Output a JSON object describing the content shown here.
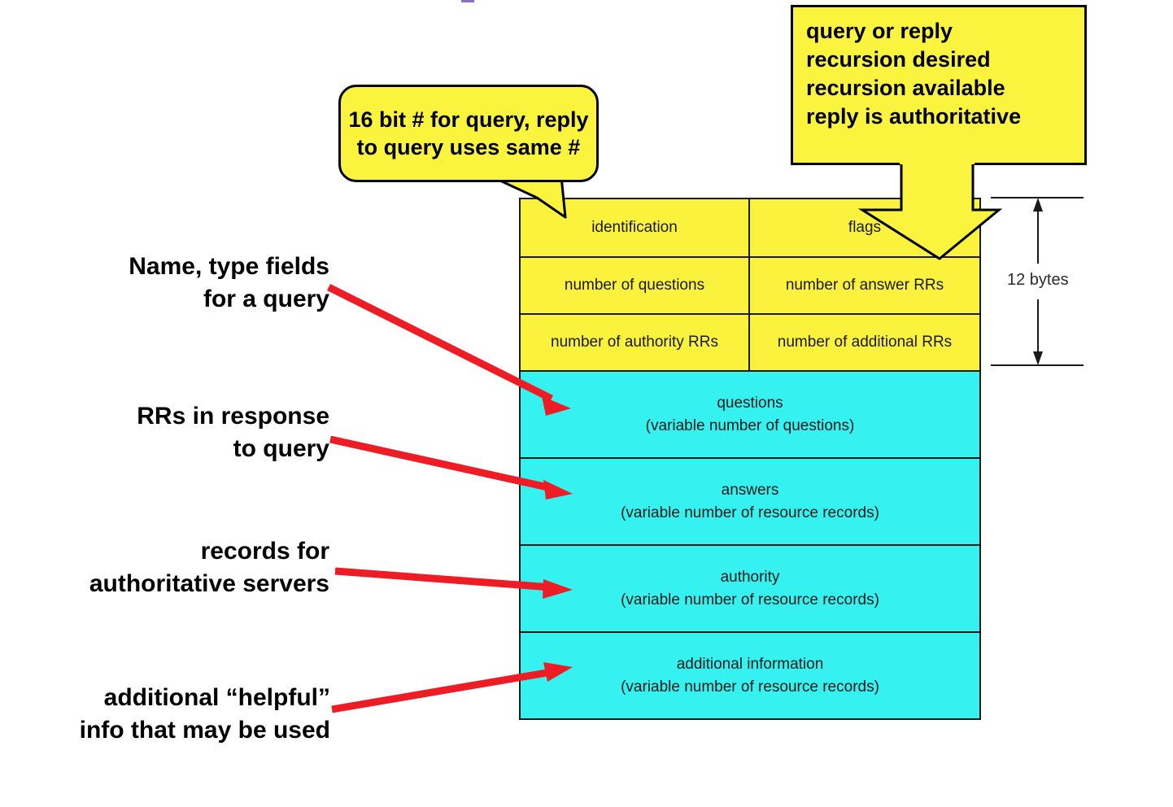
{
  "diagram": {
    "title_fragment": "",
    "colors": {
      "header_fill": "#faf23c",
      "section_fill": "#35f1ef",
      "callout_fill": "#fbf43e",
      "arrow_red": "#ee1c25",
      "outline": "#1a1a1a"
    }
  },
  "packet": {
    "header_rows": [
      {
        "left": "identification",
        "right": "flags"
      },
      {
        "left": "number of questions",
        "right": "number of answer RRs"
      },
      {
        "left": "number of authority RRs",
        "right": "number of additional RRs"
      }
    ],
    "section_rows": [
      {
        "name": "questions",
        "detail": "(variable number of questions)"
      },
      {
        "name": "answers",
        "detail": "(variable number of resource records)"
      },
      {
        "name": "authority",
        "detail": "(variable number of resource  records)"
      },
      {
        "name": "additional information",
        "detail": "(variable number of resource records)"
      }
    ]
  },
  "callouts": {
    "identification": "16 bit # for query,\nreply to query\nuses same #",
    "flags_lines": [
      "query or reply",
      "recursion desired",
      "recursion available",
      "reply is authoritative"
    ]
  },
  "dimension": {
    "header_size": "12 bytes"
  },
  "annotations": [
    {
      "text": "Name, type fields\nfor a query"
    },
    {
      "text": "RRs in response\nto query"
    },
    {
      "text": "records for\nauthoritative servers"
    },
    {
      "text": "additional “helpful”\ninfo that may be used"
    }
  ]
}
